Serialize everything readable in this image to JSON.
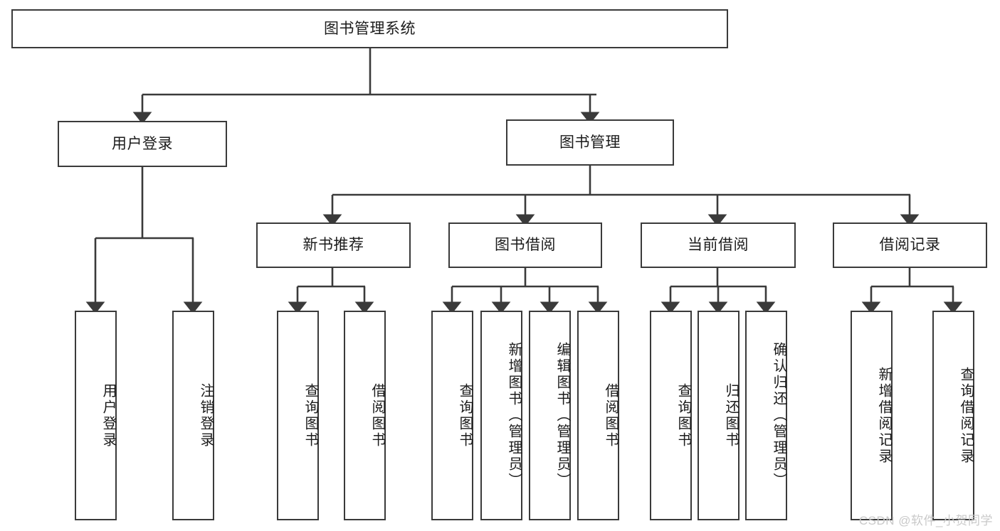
{
  "diagram": {
    "type": "tree-hierarchy",
    "title": "图书管理系统",
    "watermark": "CSDN @软件_小贺同学",
    "colors": {
      "node_border": "#3a3a3a",
      "node_fill": "#ffffff",
      "edge": "#3a3a3a",
      "text": "#1b1b1b",
      "watermark": "#c9c9c9",
      "background": "#ffffff"
    },
    "nodes": {
      "root": {
        "label": "图书管理系统",
        "level": 0
      },
      "l1": [
        {
          "id": "user-login",
          "label": "用户登录"
        },
        {
          "id": "book-manage",
          "label": "图书管理"
        }
      ],
      "l2": [
        {
          "id": "new-book-rec",
          "label": "新书推荐",
          "parent": "book-manage"
        },
        {
          "id": "book-borrow",
          "label": "图书借阅",
          "parent": "book-manage"
        },
        {
          "id": "current-borrow",
          "label": "当前借阅",
          "parent": "book-manage"
        },
        {
          "id": "borrow-record",
          "label": "借阅记录",
          "parent": "book-manage"
        }
      ],
      "leaves": [
        {
          "id": "leaf-user-login",
          "label": "用户登录",
          "parent": "user-login"
        },
        {
          "id": "leaf-user-logout",
          "label": "注销登录",
          "parent": "user-login"
        },
        {
          "id": "leaf-query-book-1",
          "label": "查询图书",
          "parent": "new-book-rec"
        },
        {
          "id": "leaf-borrow-book-1",
          "label": "借阅图书",
          "parent": "new-book-rec"
        },
        {
          "id": "leaf-query-book-2",
          "label": "查询图书",
          "parent": "book-borrow"
        },
        {
          "id": "leaf-add-book",
          "label": "新增图书（管理员）",
          "parent": "book-borrow"
        },
        {
          "id": "leaf-edit-book",
          "label": "编辑图书（管理员）",
          "parent": "book-borrow"
        },
        {
          "id": "leaf-borrow-book-2",
          "label": "借阅图书",
          "parent": "book-borrow"
        },
        {
          "id": "leaf-query-book-3",
          "label": "查询图书",
          "parent": "current-borrow"
        },
        {
          "id": "leaf-return-book",
          "label": "归还图书",
          "parent": "current-borrow"
        },
        {
          "id": "leaf-confirm-return",
          "label": "确认归还（管理员）",
          "parent": "current-borrow"
        },
        {
          "id": "leaf-add-record",
          "label": "新增借阅记录",
          "parent": "borrow-record"
        },
        {
          "id": "leaf-query-record",
          "label": "查询借阅记录",
          "parent": "borrow-record"
        }
      ]
    }
  }
}
